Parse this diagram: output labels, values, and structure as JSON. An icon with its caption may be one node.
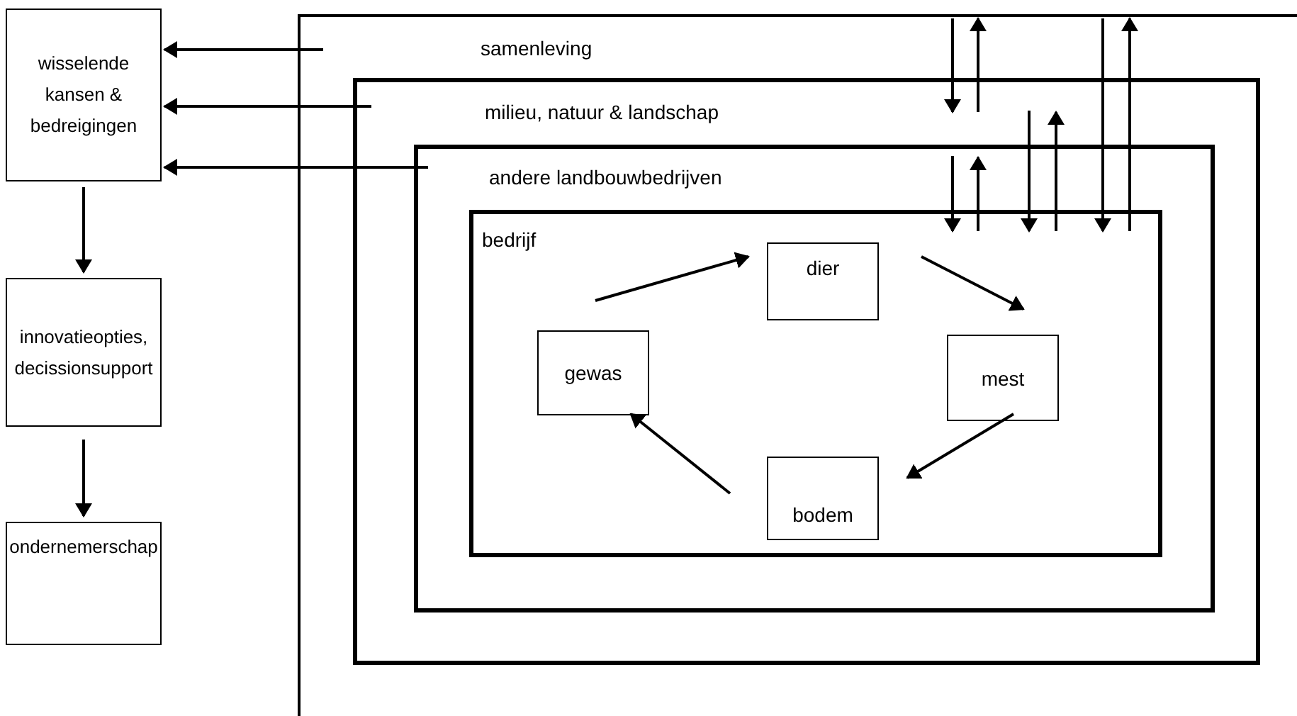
{
  "diagram": {
    "nodes": [
      {
        "text": [
          "wisselende kansen & bedreigingen"
        ]
      },
      {
        "text": [
          "innovatieopties, decissionsupport"
        ]
      },
      {
        "text": [
          "ondernemerschap"
        ]
      },
      {
        "text": [
          "samenleving"
        ]
      },
      {
        "text": [
          "milieu, natuur & landschap"
        ],
        "in": 3
      },
      {
        "text": [
          "andere landbouwbedrijven"
        ],
        "in": 4
      },
      {
        "text": [
          "bedrijf"
        ],
        "in": 5
      },
      {
        "text": [
          "dier"
        ],
        "in": 6
      },
      {
        "text": [
          "gewas"
        ],
        "in": 6
      },
      {
        "text": [
          "mest"
        ],
        "in": 6
      },
      {
        "text": [
          "bodem"
        ],
        "in": 6
      }
    ],
    "edges": [
      {
        "from": 3,
        "to": 0,
        "arrow": "to"
      },
      {
        "from": 4,
        "to": 0,
        "arrow": "to"
      },
      {
        "from": 5,
        "to": 0,
        "arrow": "to"
      },
      {
        "from": 0,
        "to": 1,
        "arrow": "to"
      },
      {
        "from": 1,
        "to": 2,
        "arrow": "to"
      },
      {
        "from": 8,
        "to": 7,
        "arrow": "to"
      },
      {
        "from": 7,
        "to": 9,
        "arrow": "to"
      },
      {
        "from": 9,
        "to": 10,
        "arrow": "to"
      },
      {
        "from": 10,
        "to": 8,
        "arrow": "to"
      },
      {
        "from": 3,
        "to": 4,
        "arrow": "to"
      },
      {
        "from": 4,
        "to": 3,
        "arrow": "to"
      },
      {
        "from": 5,
        "to": 6,
        "arrow": "to"
      },
      {
        "from": 6,
        "to": 5,
        "arrow": "to"
      },
      {
        "from": 4,
        "to": 6,
        "arrow": "to"
      },
      {
        "from": 6,
        "to": 4,
        "arrow": "to"
      },
      {
        "from": 3,
        "to": 6,
        "arrow": "to"
      },
      {
        "from": 6,
        "to": 3,
        "arrow": "to"
      }
    ]
  }
}
